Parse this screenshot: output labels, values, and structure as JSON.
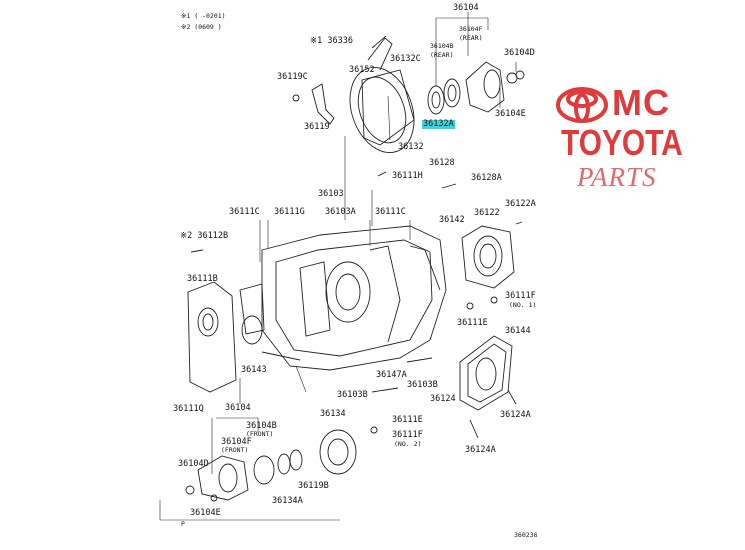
{
  "notes": {
    "line1": "※1 (  -0201)",
    "line2": "※2 (0609  )"
  },
  "labels": {
    "p36104_top": "36104",
    "p36104F_rear": "36104F",
    "rear_1": "(REAR)",
    "p36104B_rear": "36104B",
    "rear_2": "(REAR)",
    "p36104D_top": "36104D",
    "p36336": "※1 36336",
    "p36132C": "36132C",
    "p36152": "36152",
    "p36119C": "36119C",
    "p36119": "36119",
    "p36132A": "36132A",
    "p36104E_top": "36104E",
    "p36132": "36132",
    "p36128": "36128",
    "p36111H": "36111H",
    "p36128A": "36128A",
    "p36103": "36103",
    "p36111C_l": "36111C",
    "p36111G": "36111G",
    "p36103A": "36103A",
    "p36111C_r": "36111C",
    "p36142": "36142",
    "p36122": "36122",
    "p36122A": "36122A",
    "p36112B": "※2 36112B",
    "p36111B": "36111B",
    "p36111F": "36111F",
    "no1": "(NO. 1)",
    "p36111E_r": "36111E",
    "p36144": "36144",
    "p36143": "36143",
    "p36147A": "36147A",
    "p36103B_r": "36103B",
    "p36103B_l": "36103B",
    "p36124": "36124",
    "p36124A_r": "36124A",
    "p36111Q": "36111Q",
    "p36104_bot": "36104",
    "p36104B_front": "36104B",
    "front_1": "(FRONT)",
    "p36104F_front": "36104F",
    "front_2": "(FRONT)",
    "p36134": "36134",
    "p36111E_b": "36111E",
    "p36111F_b": "36111F",
    "no2": "(NO. 2)",
    "p36124A_b": "36124A",
    "p36104D_bot": "36104D",
    "p36119B": "36119B",
    "p36134A": "36134A",
    "p36104E_bot": "36104E",
    "mark_p": "P",
    "fig_no": "360236"
  },
  "logo": {
    "mc": "MC",
    "toyota": "TOYOTA",
    "parts": "PARTS",
    "color": "#e03a3a"
  },
  "highlight_color": "#36d6e0"
}
